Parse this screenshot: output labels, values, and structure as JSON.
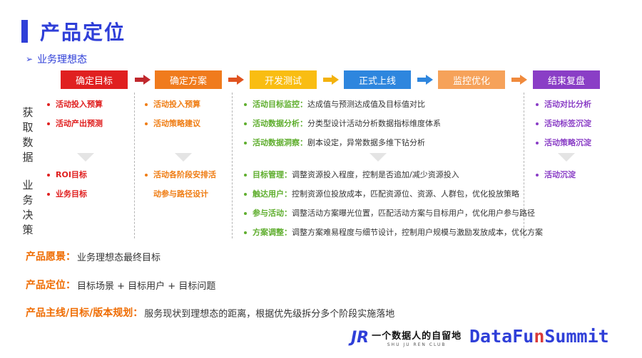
{
  "title": "产品定位",
  "subtitle": "业务理想态",
  "subtitle_arrow": "➢",
  "stages": [
    {
      "label": "确定目标",
      "color": "#e02020"
    },
    {
      "label": "确定方案",
      "color": "#f07b1d"
    },
    {
      "label": "开发测试",
      "color": "#f9bd12"
    },
    {
      "label": "正式上线",
      "color": "#2e86de"
    },
    {
      "label": "监控优化",
      "color": "#f6a25a"
    },
    {
      "label": "结束复盘",
      "color": "#8a3ec6"
    }
  ],
  "flow_arrow_colors": [
    "#c0282d",
    "#e0531f",
    "#f3b20d",
    "#2e86de",
    "#f08a3c"
  ],
  "row_labels": {
    "top": "获取数据",
    "bottom": "业务决策"
  },
  "col1": {
    "top": [
      "活动投入预算",
      "活动产出预测"
    ],
    "bottom": [
      "ROI目标",
      "业务目标"
    ]
  },
  "col2": {
    "top": [
      "活动投入预算",
      "活动策略建议"
    ],
    "bottom": [
      "活动各阶段安排活",
      "动参与路径设计"
    ]
  },
  "col3": {
    "top": [
      {
        "k": "活动目标监控",
        "v": "达成值与预测达成值及目标值对比"
      },
      {
        "k": "活动数据分析",
        "v": "分类型设计活动分析数据指标维度体系"
      },
      {
        "k": "活动数据洞察",
        "v": "剧本设定，异常数据多维下钻分析"
      }
    ],
    "bottom": [
      {
        "k": "目标管理",
        "v": "调整资源投入程度，控制是否追加/减少资源投入"
      },
      {
        "k": "触达用户",
        "v": "控制资源位投放成本，匹配资源位、资源、人群包，优化投放策略"
      },
      {
        "k": "参与活动",
        "v": "调整活动方案曝光位置，匹配活动方案与目标用户，优化用户参与路径"
      },
      {
        "k": "方案调整",
        "v": "调整方案难易程度与细节设计，控制用户规模与激励发放成本，优化方案"
      }
    ]
  },
  "col4": {
    "top": [
      "活动对比分析",
      "活动标签沉淀",
      "活动策略沉淀"
    ],
    "bottom": [
      "活动沉淀"
    ]
  },
  "colon": "：",
  "bottom_lines": [
    {
      "k": "产品愿景",
      "v": "业务理想态最终目标"
    },
    {
      "k": "产品定位",
      "v": "目标场景 + 目标用户 + 目标问题"
    },
    {
      "k": "产品主线/目标/版本规划",
      "v": "服务现状到理想态的距离，根据优先级拆分多个阶段实施落地"
    }
  ],
  "logo_club": {
    "mark": "JR",
    "main": "一个数据人的自留地",
    "sub": "SHU JU REN CLUB"
  },
  "logo_datafun": {
    "a": "DataFu",
    "b": "n",
    "c": "Summit"
  }
}
